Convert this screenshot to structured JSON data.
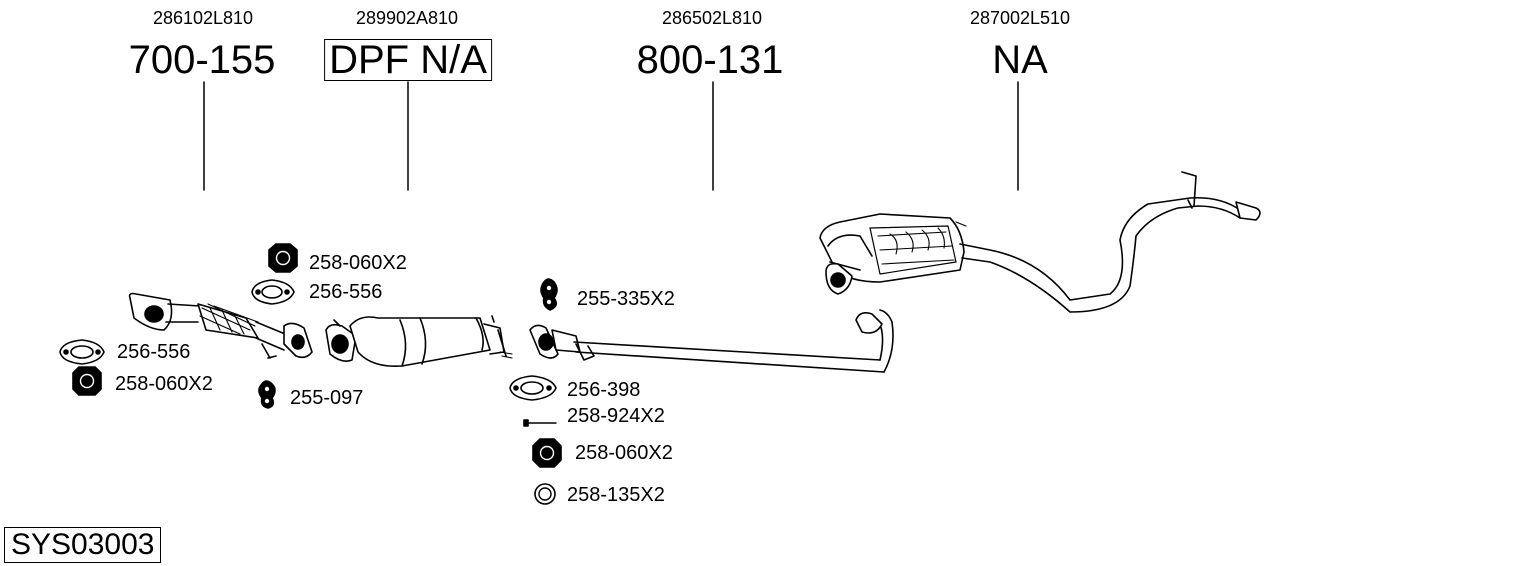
{
  "columns": [
    {
      "oem": "286102L810",
      "part": "700-155"
    },
    {
      "oem": "289902A810",
      "part": "DPF N/A"
    },
    {
      "oem": "286502L810",
      "part": "800-131"
    },
    {
      "oem": "287002L510",
      "part": "NA"
    }
  ],
  "accessories": {
    "nut_1": "258-060X2",
    "gasket_1": "256-556",
    "gasket_2": "256-556",
    "nut_2": "258-060X2",
    "hanger_1": "255-097",
    "hanger_2": "255-335X2",
    "gasket_3": "256-398",
    "bolt_1": "258-924X2",
    "nut_3": "258-060X2",
    "ring_1": "258-135X2"
  },
  "system_id": "SYS03003"
}
